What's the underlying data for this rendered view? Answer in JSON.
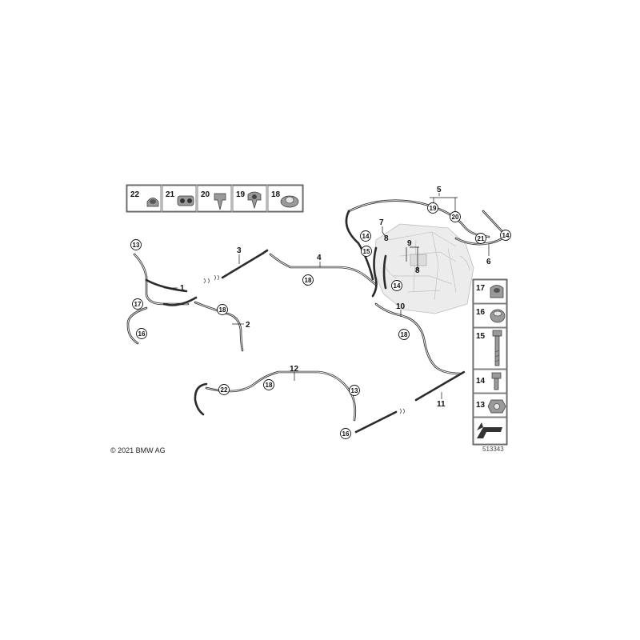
{
  "diagram": {
    "copyright": "© 2021 BMW AG",
    "image_number": "513343",
    "top_legend": [
      {
        "number": "22",
        "icon": "hose-clamp-icon"
      },
      {
        "number": "21",
        "icon": "double-clip-icon"
      },
      {
        "number": "20",
        "icon": "push-clip-icon"
      },
      {
        "number": "19",
        "icon": "pipe-clip-icon"
      },
      {
        "number": "18",
        "icon": "grommet-icon"
      }
    ],
    "side_legend": [
      {
        "number": "17",
        "icon": "rubber-mount-icon"
      },
      {
        "number": "16",
        "icon": "sleeve-icon"
      },
      {
        "number": "15",
        "icon": "hex-bolt-icon"
      },
      {
        "number": "14",
        "icon": "short-bolt-icon"
      },
      {
        "number": "13",
        "icon": "flange-nut-icon"
      }
    ],
    "callouts": {
      "c1": "1",
      "c2": "2",
      "c3": "3",
      "c4": "4",
      "c5": "5",
      "c6": "6",
      "c7": "7",
      "c8a": "8",
      "c8b": "8",
      "c9": "9",
      "c10": "10",
      "c11": "11",
      "c12": "12"
    },
    "circled": {
      "a13": "13",
      "a17": "17",
      "a16": "16",
      "a18a": "18",
      "a18b": "18",
      "a14a": "14",
      "a15": "15",
      "a14b": "14",
      "a19": "19",
      "a20": "20",
      "a21": "21",
      "a14c": "14",
      "a18c": "18",
      "a22": "22",
      "a18d": "18",
      "a13b": "13",
      "a16b": "16"
    }
  }
}
